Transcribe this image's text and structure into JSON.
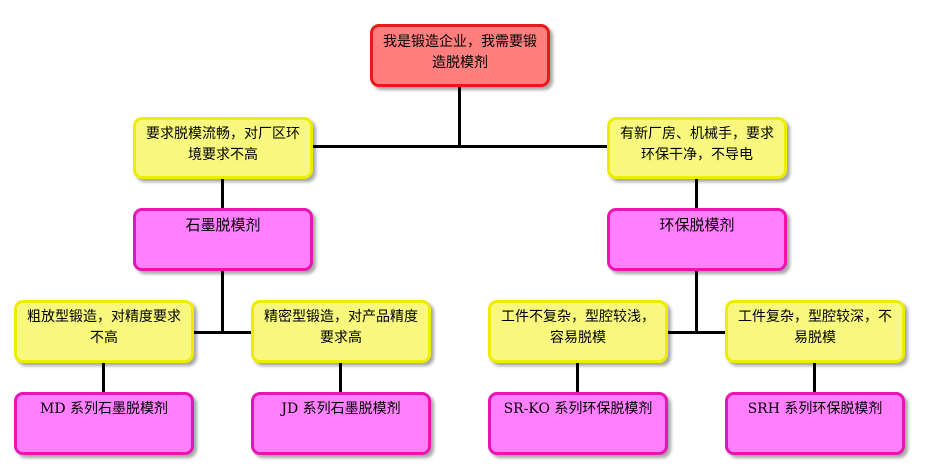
{
  "nodes": {
    "root": "我是锻造企业，我需要锻造脱模剂",
    "left_req": "要求脱模流畅，对厂区环境要求不高",
    "right_req": "有新厂房、机械手，要求环保干净，不导电",
    "graphite": "石墨脱模剂",
    "eco": "环保脱模剂",
    "coarse": "粗放型锻造，对精度要求不高",
    "precise": "精密型锻造，对产品精度要求高",
    "simple_part": "工件不复杂，型腔较浅，容易脱模",
    "complex_part": "工件复杂，型腔较深，不易脱模",
    "md": "MD 系列石墨脱模剂",
    "jd": "JD 系列石墨脱模剂",
    "srko": "SR-KO 系列环保脱模剂",
    "srh": "SRH 系列环保脱模剂"
  },
  "colors": {
    "root_fill": "#ff7f7f",
    "question_fill": "#f8f87e",
    "product_fill": "#ff7fff"
  }
}
